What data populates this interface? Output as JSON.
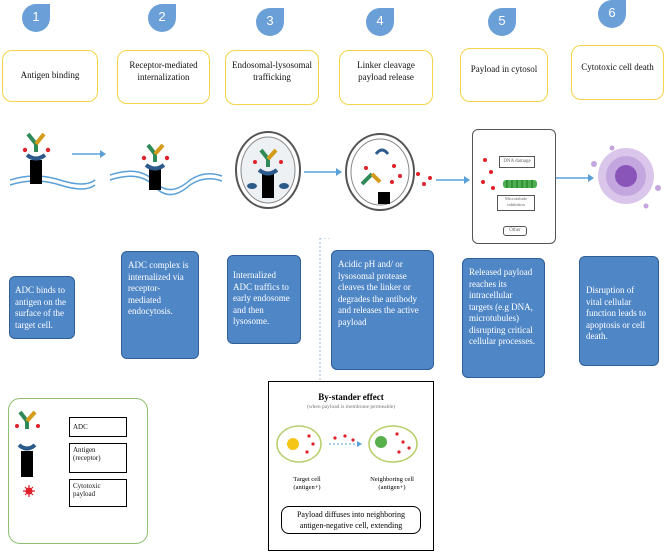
{
  "steps": [
    {
      "number": "1",
      "title": "Antigen binding",
      "description": "ADC binds to antigen on the surface of the target cell."
    },
    {
      "number": "2",
      "title": "Receptor-mediated internalization",
      "description": "ADC complex is internalized via receptor-mediated endocytosis."
    },
    {
      "number": "3",
      "title": "Endosomal-lysosomal trafficking",
      "description": "Internalized ADC traffics to early endosome and then lysosome."
    },
    {
      "number": "4",
      "title": "Linker cleavage payload release",
      "description": "Acidic pH and/ or lysosomal protease cleaves the linker or degrades the antibody and releases the active payload"
    },
    {
      "number": "5",
      "title": "Payload in cytosol",
      "description": "Released payload reaches its intracellular targets (e.g DNA, microtubules) disrupting critical cellular processes."
    },
    {
      "number": "6",
      "title": "Cytotoxic cell death",
      "description": "Disruption of vital cellular function leads to apoptosis or cell death."
    }
  ],
  "targets": {
    "dna": "DNA damage",
    "microtubule": "Microtubule inhibition",
    "other": "Other"
  },
  "legend": {
    "adc": "ADC",
    "antigen": "Antigen (receptor)",
    "payload": "Cytotoxic payload"
  },
  "bystander": {
    "title": "By-stander effect",
    "subtitle": "(when payload is membrane permeable)",
    "target_cell": "Target cell (antigen+)",
    "neighbor_cell": "Neighboring cell (antigen+)",
    "caption": "Payload diffuses into neighboring antigen-negative cell, extending"
  },
  "colors": {
    "badge": "#6a9fd8",
    "step_border": "#f3d44a",
    "desc_fill": "#4f86c6",
    "legend_border": "#8ec070",
    "payload": "#e0202a"
  }
}
